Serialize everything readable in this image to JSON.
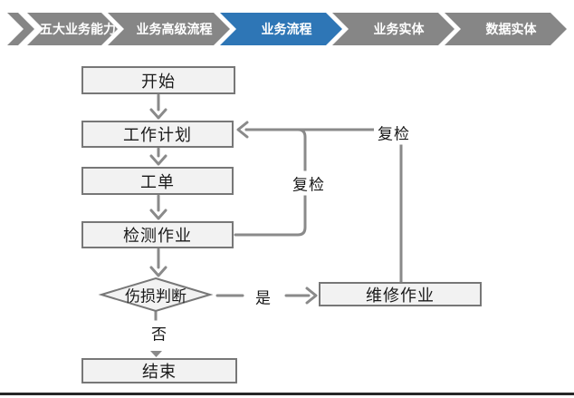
{
  "nav": {
    "items": [
      {
        "label": "五大业务能力",
        "active": false
      },
      {
        "label": "业务高级流程",
        "active": false
      },
      {
        "label": "业务流程",
        "active": true
      },
      {
        "label": "业务实体",
        "active": false
      },
      {
        "label": "数据实体",
        "active": false
      }
    ],
    "active_color": "#2e76b6",
    "inactive_color": "#868686"
  },
  "flowchart": {
    "nodes": [
      {
        "id": "start",
        "label": "开始",
        "type": "process"
      },
      {
        "id": "plan",
        "label": "工作计划",
        "type": "process"
      },
      {
        "id": "order",
        "label": "工单",
        "type": "process"
      },
      {
        "id": "inspect",
        "label": "检测作业",
        "type": "process"
      },
      {
        "id": "judge",
        "label": "伤损判断",
        "type": "decision"
      },
      {
        "id": "repair",
        "label": "维修作业",
        "type": "process"
      },
      {
        "id": "end",
        "label": "结束",
        "type": "process"
      }
    ],
    "edges": [
      {
        "from": "start",
        "to": "plan"
      },
      {
        "from": "plan",
        "to": "order"
      },
      {
        "from": "order",
        "to": "inspect"
      },
      {
        "from": "inspect",
        "to": "judge"
      },
      {
        "from": "inspect",
        "to": "plan",
        "label": "复检"
      },
      {
        "from": "judge",
        "to": "repair",
        "label": "是"
      },
      {
        "from": "repair",
        "to": "plan",
        "label": "复检"
      },
      {
        "from": "judge",
        "to": "end",
        "label": "否"
      }
    ],
    "edge_labels": {
      "recheck1": "复检",
      "recheck2": "复检",
      "yes": "是",
      "no": "否"
    },
    "colors": {
      "node_fill": "#f2f2f2",
      "node_border": "#777777",
      "line": "#8a8a8a",
      "text": "#1a1a1a"
    }
  }
}
